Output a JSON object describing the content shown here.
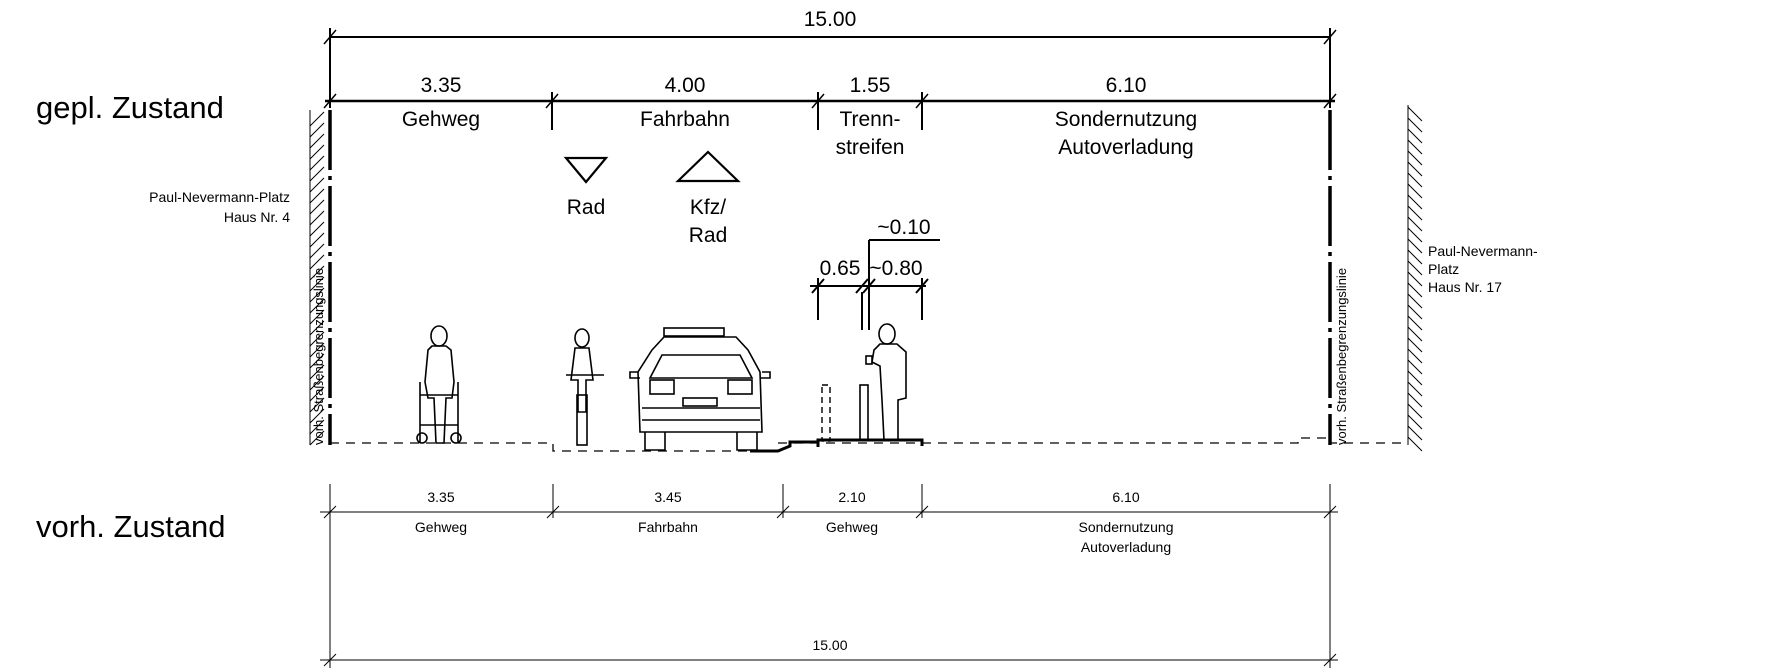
{
  "planned": {
    "state_label": "gepl. Zustand",
    "total": "15.00",
    "segments": [
      {
        "dim": "3.35",
        "label": [
          "Gehweg"
        ]
      },
      {
        "dim": "4.00",
        "label": [
          "Fahrbahn"
        ]
      },
      {
        "dim": "1.55",
        "label": [
          "Trenn-",
          "streifen"
        ]
      },
      {
        "dim": "6.10",
        "label": [
          "Sondernutzung",
          "Autoverladung"
        ]
      }
    ],
    "symbols": {
      "rad": "Rad",
      "kfz_line1": "Kfz/",
      "kfz_line2": "Rad"
    },
    "detail": {
      "height": "~0.10",
      "left_width": "0.65",
      "right_width": "~0.80"
    }
  },
  "existing": {
    "state_label": "vorh. Zustand",
    "total": "15.00",
    "segments": [
      {
        "dim": "3.35",
        "label": [
          "Gehweg"
        ]
      },
      {
        "dim": "3.45",
        "label": [
          "Fahrbahn"
        ]
      },
      {
        "dim": "2.10",
        "label": [
          "Gehweg"
        ]
      },
      {
        "dim": "6.10",
        "label": [
          "Sondernutzung",
          "Autoverladung"
        ]
      }
    ]
  },
  "buildings": {
    "left": [
      "Paul-Nevermann-Platz",
      "Haus Nr. 4"
    ],
    "right": [
      "Paul-Nevermann-",
      "Platz",
      "Haus Nr. 17"
    ]
  },
  "boundary_label": "vorh. Straßenbegrenzungslinie"
}
